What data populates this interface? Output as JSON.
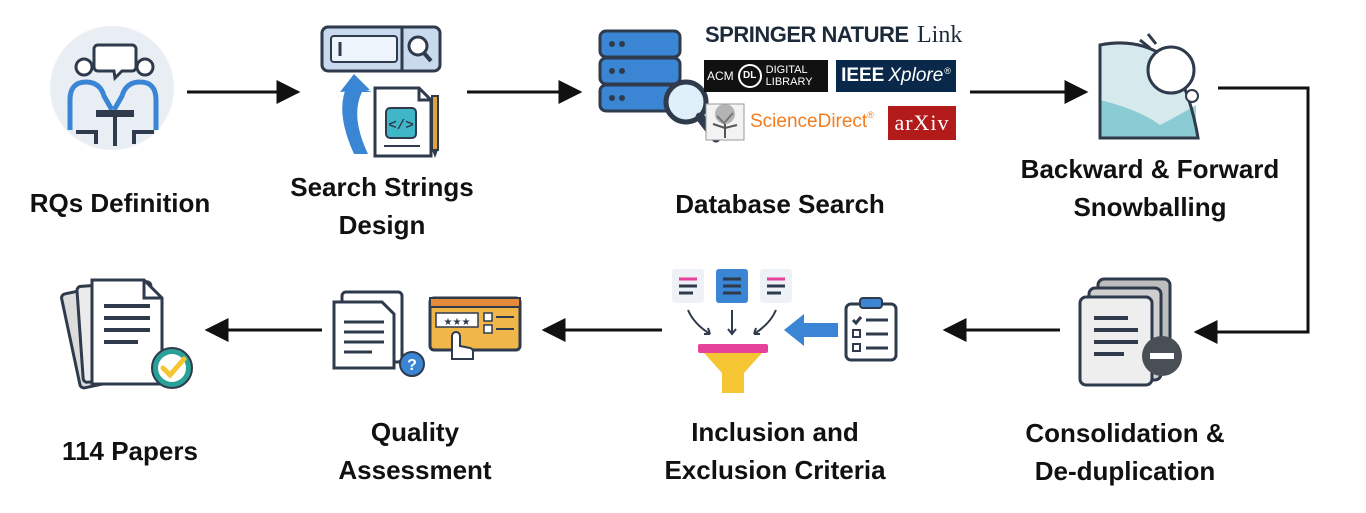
{
  "steps": {
    "rq": "RQs Definition",
    "search_strings_line1": "Search Strings",
    "search_strings_line2": "Design",
    "database": "Database Search",
    "snowball_line1": "Backward & Forward",
    "snowball_line2": "Snowballing",
    "consolidation_line1": "Consolidation &",
    "consolidation_line2": "De-duplication",
    "criteria_line1": "Inclusion and",
    "criteria_line2": "Exclusion Criteria",
    "quality_line1": "Quality",
    "quality_line2": "Assessment",
    "papers": "114 Papers"
  },
  "databases": {
    "springer_a": "SPRINGER NATURE",
    "springer_b": "Link",
    "acm_a": "ACM",
    "acm_b": "DL",
    "acm_c": "DIGITAL",
    "acm_d": "LIBRARY",
    "ieee_a": "IEEE",
    "ieee_b": "Xplore",
    "ieee_c": "®",
    "sciencedirect": "ScienceDirect",
    "sciencedirect_tm": "®",
    "arxiv": "arXiv"
  },
  "icons": {
    "rq": "meeting-people-icon",
    "search": "search-bar-icon",
    "code_doc": "code-document-icon",
    "database": "database-magnifier-icon",
    "snowball": "snowball-icon",
    "consolidation": "document-stack-minus-icon",
    "criteria": "filter-funnel-icon",
    "quality": "document-question-rating-icon",
    "papers": "paper-stack-check-icon"
  },
  "colors": {
    "accent_blue": "#3a86d4",
    "navy": "#2f3b4c",
    "arrow": "#111111",
    "ieee": "#0a2849",
    "arxiv": "#b31b1b",
    "sciencedirect": "#f47c20",
    "funnel_pink": "#e7429b",
    "funnel_yellow": "#f6c533",
    "check_green": "#2aa198"
  }
}
